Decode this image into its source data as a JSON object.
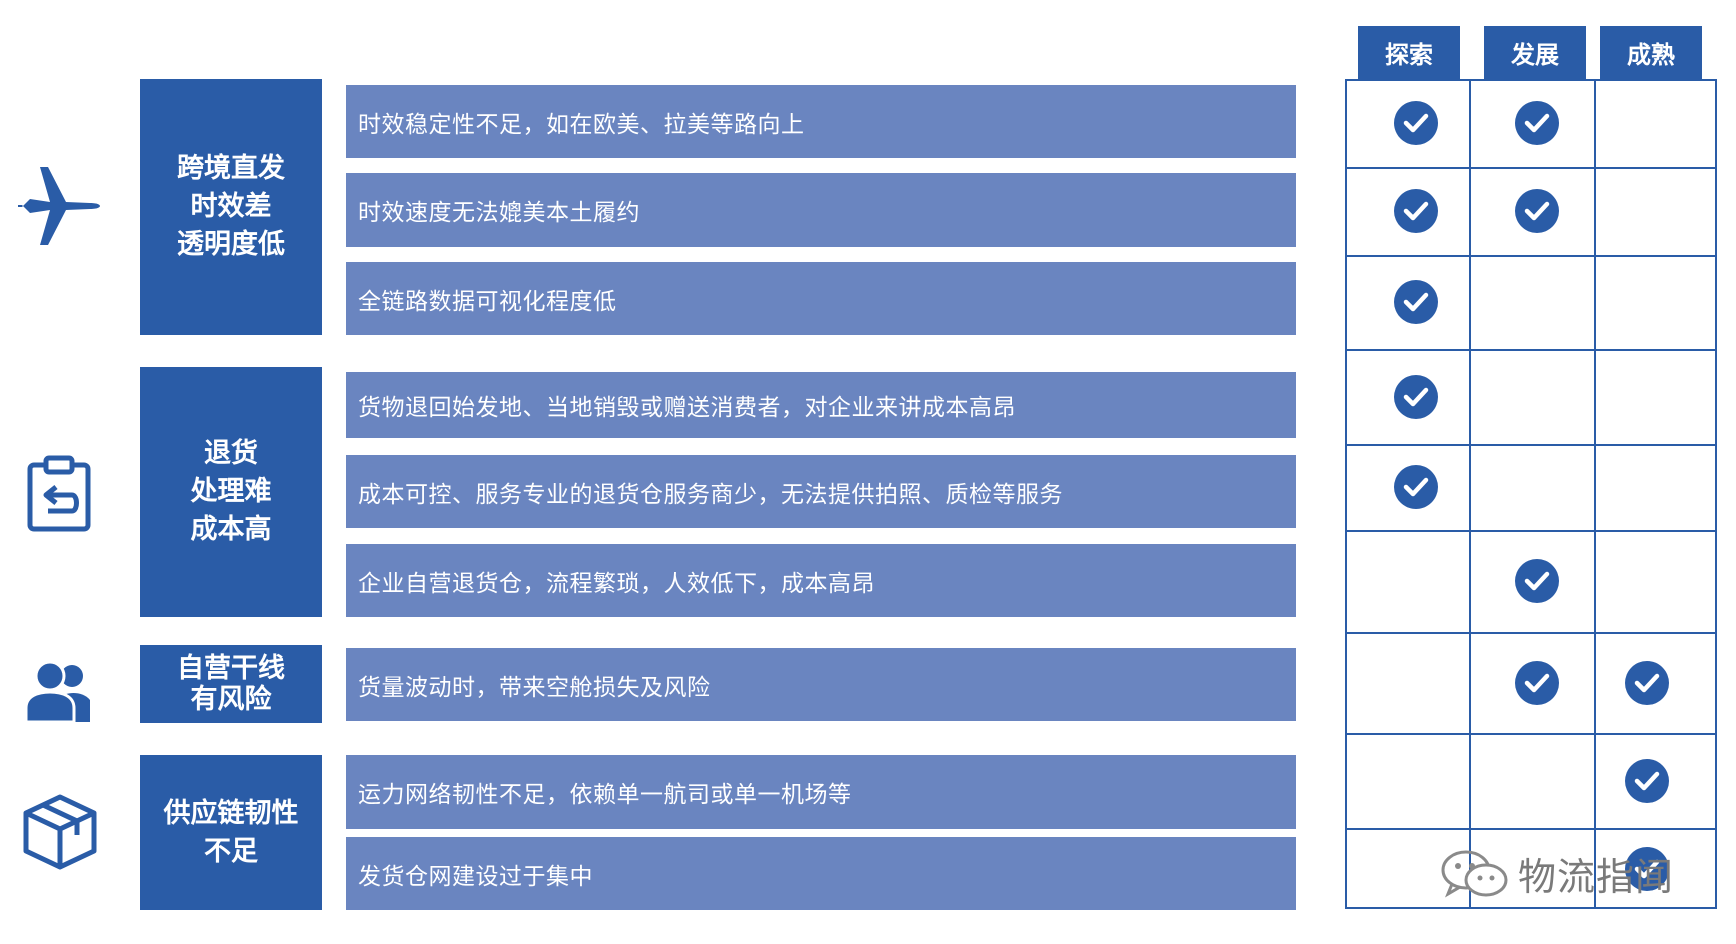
{
  "colors": {
    "category_fill": "#2a5ca7",
    "issue_fill": "#6a85c0",
    "check_fill": "#2a5ca7",
    "grid_line": "#2a5ca7"
  },
  "stages": [
    "探索",
    "发展",
    "成熟"
  ],
  "categories": [
    {
      "icon": "airplane-icon",
      "lines": [
        "跨境直发",
        "时效差",
        "透明度低"
      ]
    },
    {
      "icon": "clipboard-return-icon",
      "lines": [
        "退货",
        "处理难",
        "成本高"
      ]
    },
    {
      "icon": "users-icon",
      "lines": [
        "自营干线",
        "有风险"
      ]
    },
    {
      "icon": "package-box-icon",
      "lines": [
        "供应链韧性",
        "不足"
      ]
    }
  ],
  "issues": [
    {
      "text": "时效稳定性不足，如在欧美、拉美等路向上",
      "stages": [
        true,
        true,
        false
      ]
    },
    {
      "text": "时效速度无法媲美本土履约",
      "stages": [
        true,
        true,
        false
      ]
    },
    {
      "text": "全链路数据可视化程度低",
      "stages": [
        true,
        false,
        false
      ]
    },
    {
      "text": "货物退回始发地、当地销毁或赠送消费者，对企业来讲成本高昂",
      "stages": [
        true,
        false,
        false
      ]
    },
    {
      "text": "成本可控、服务专业的退货仓服务商少，无法提供拍照、质检等服务",
      "stages": [
        true,
        false,
        false
      ]
    },
    {
      "text": "企业自营退货仓，流程繁琐，人效低下，成本高昂",
      "stages": [
        false,
        true,
        false
      ]
    },
    {
      "text": "货量波动时，带来空舱损失及风险",
      "stages": [
        false,
        true,
        true
      ]
    },
    {
      "text": "运力网络韧性不足，依赖单一航司或单一机场等",
      "stages": [
        false,
        false,
        true
      ]
    },
    {
      "text": "发货仓网建设过于集中",
      "stages": [
        false,
        false,
        true
      ]
    }
  ],
  "watermark": {
    "icon": "wechat-icon",
    "text": "物流指闻"
  }
}
